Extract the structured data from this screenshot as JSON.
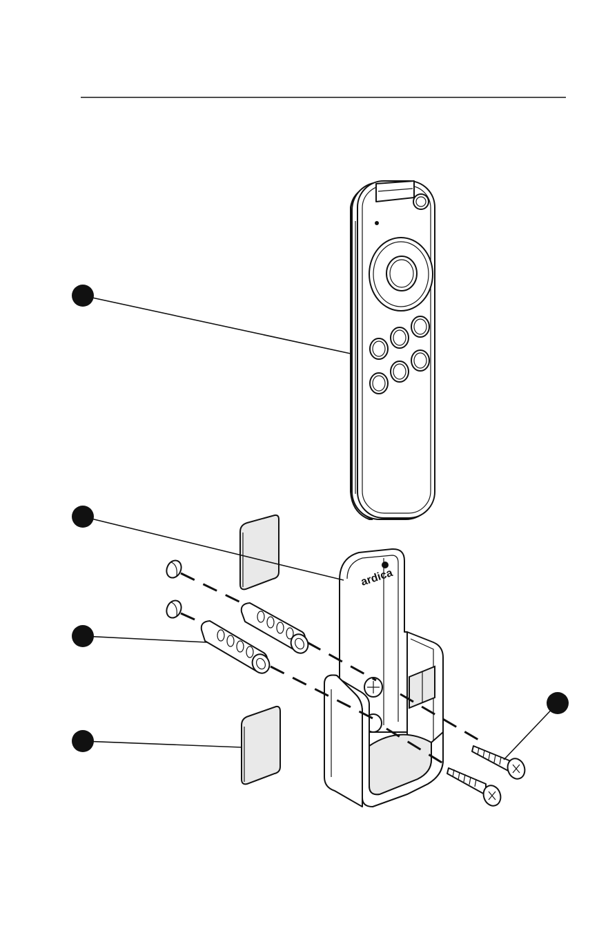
{
  "brand": {
    "logo_text": "ardica"
  },
  "callouts": [
    {
      "id": "remote",
      "part": "remote"
    },
    {
      "id": "holder",
      "part": "holder"
    },
    {
      "id": "anchors",
      "part": "wall-anchors"
    },
    {
      "id": "pad",
      "part": "adhesive-pad"
    },
    {
      "id": "screws",
      "part": "screws"
    }
  ]
}
